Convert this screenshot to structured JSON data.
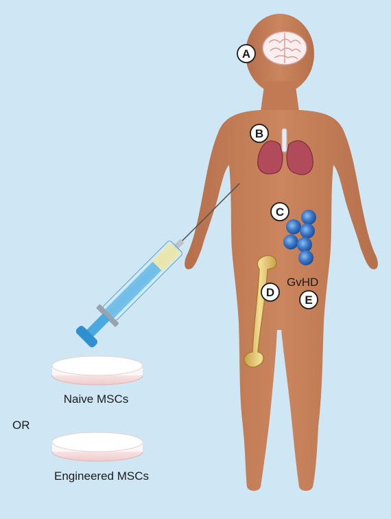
{
  "colors": {
    "background": "#cfe6f4",
    "skin": "#c8815a",
    "lung": "#b14a5a",
    "cell": "#3c78c8",
    "bone": "#e6c36a",
    "syringe_liquid": "#63b8e6"
  },
  "markers": {
    "a": "A",
    "b": "B",
    "c": "C",
    "d": "D",
    "e": "E"
  },
  "labels": {
    "gvhd": "GvHD",
    "naive": "Naive MSCs",
    "or": "OR",
    "engineered": "Engineered MSCs"
  },
  "icons": [
    "brain-icon",
    "lungs-icon",
    "cells-icon",
    "femur-icon",
    "syringe-icon",
    "petri-dish-icon"
  ]
}
